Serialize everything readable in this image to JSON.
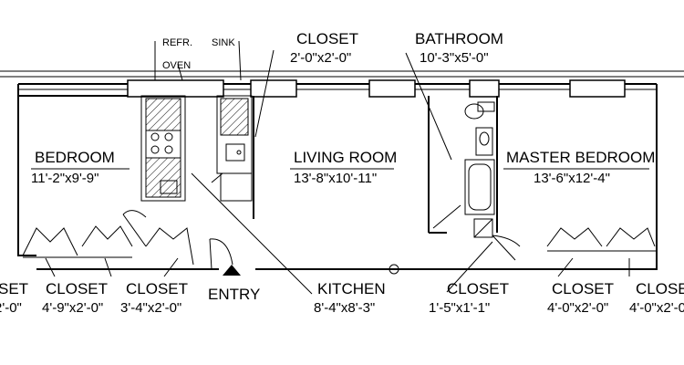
{
  "labels": {
    "closet_top": {
      "name": "CLOSET",
      "dim": "2'-0\"x2'-0\""
    },
    "bathroom": {
      "name": "BATHROOM",
      "dim": "10'-3\"x5'-0\""
    },
    "refr": "REFR.",
    "oven": "OVEN",
    "sink": "SINK",
    "bedroom": {
      "name": "BEDROOM",
      "dim": "11'-2\"x9'-9\""
    },
    "living_room": {
      "name": "LIVING ROOM",
      "dim": "13'-8\"x10'-11\""
    },
    "master_bedroom": {
      "name": "MASTER BEDROOM",
      "dim": "13'-6\"x12'-4\""
    },
    "closet_left_edge": {
      "name": "SET",
      "dim": "2'-0\""
    },
    "closet_bed_1": {
      "name": "CLOSET",
      "dim": "4'-9\"x2'-0\""
    },
    "closet_bed_2": {
      "name": "CLOSET",
      "dim": "3'-4\"x2'-0\""
    },
    "entry": "ENTRY",
    "kitchen": {
      "name": "KITCHEN",
      "dim": "8'-4\"x8'-3\""
    },
    "closet_hall": {
      "name": "CLOSET",
      "dim": "1'-5\"x1'-1\""
    },
    "closet_master_1": {
      "name": "CLOSET",
      "dim": "4'-0\"x2'-0\""
    },
    "closet_master_2": {
      "name": "CLOSE",
      "dim": "4'-0\"x2'-0"
    }
  }
}
